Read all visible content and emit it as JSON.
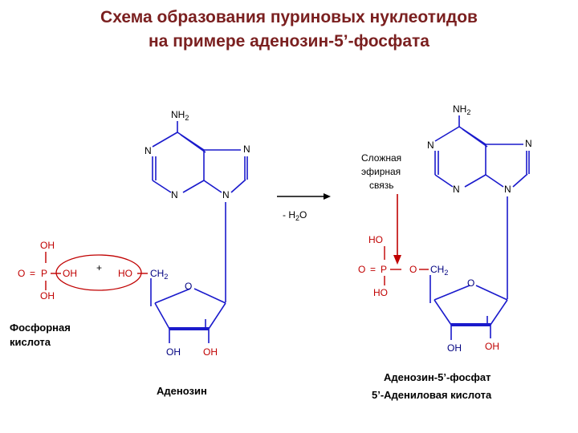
{
  "title": {
    "line1": "Схема образования пуриновых нуклеотидов",
    "line2": "на примере аденозин-5’-фосфата"
  },
  "left": {
    "nh": "NH",
    "nh_sub": "2",
    "n": "N",
    "o": "O",
    "p": "P",
    "oh": "OH",
    "ho": "HO",
    "ch": "CH",
    "ch_sub": "2",
    "plus": "+",
    "eq": "=",
    "acid_label_line1": "Фосфорная",
    "acid_label_line2": "кислота",
    "adenosine_label": "Аденозин"
  },
  "reaction": {
    "water_prefix": "- H",
    "water_sub": "2",
    "water_suffix": "O"
  },
  "right": {
    "ester_line1": "Сложная",
    "ester_line2": "эфирная",
    "ester_line3": "связь",
    "product_name": "Аденозин-5’-фосфат",
    "product_alt": "5’-Адениловая кислота"
  },
  "colors": {
    "title": "#7a1f1f",
    "blue_bonds": "#1a1acc",
    "red": "#c00000",
    "navy_text": "#000080"
  }
}
